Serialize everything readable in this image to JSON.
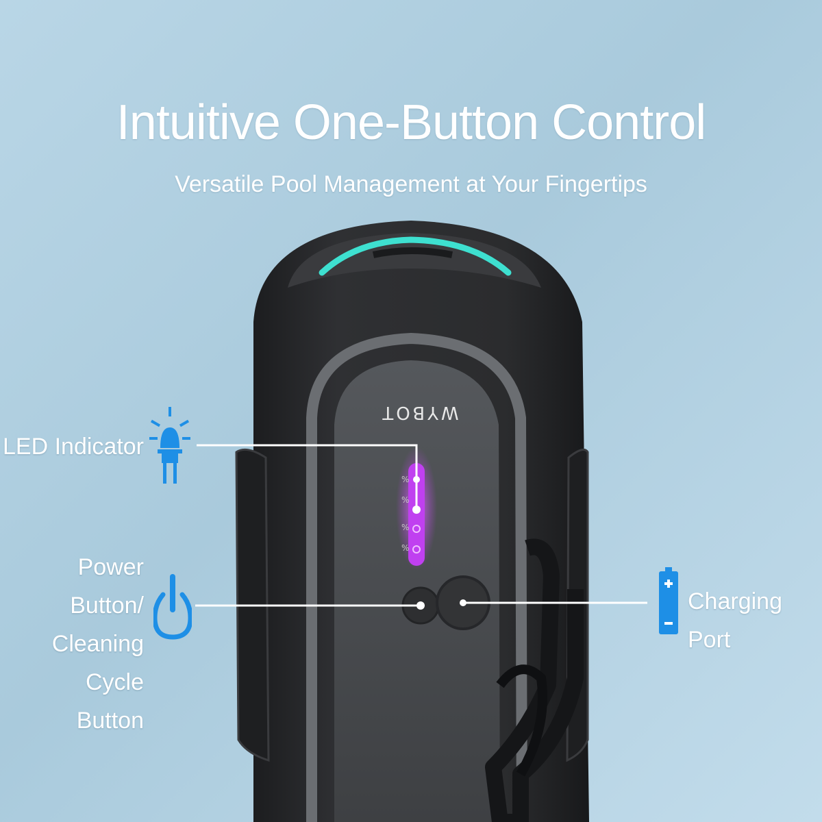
{
  "title": "Intuitive One-Button Control",
  "subtitle": "Versatile Pool Management at Your Fingertips",
  "brand": "WYBOT",
  "callouts": {
    "led": {
      "label": "LED Indicator",
      "icon": "led-icon"
    },
    "power": {
      "line1": "Power Button/",
      "line2": "Cleaning Cycle",
      "line3": "Button",
      "icon": "power-icon"
    },
    "charging": {
      "label": "Charging Port",
      "icon": "battery-icon"
    }
  },
  "colors": {
    "background": "#aecde0",
    "accent_blue": "#1e8fe6",
    "led_purple": "#c040f0",
    "top_light": "#3ee0d0",
    "body": "#2c2d2f"
  }
}
